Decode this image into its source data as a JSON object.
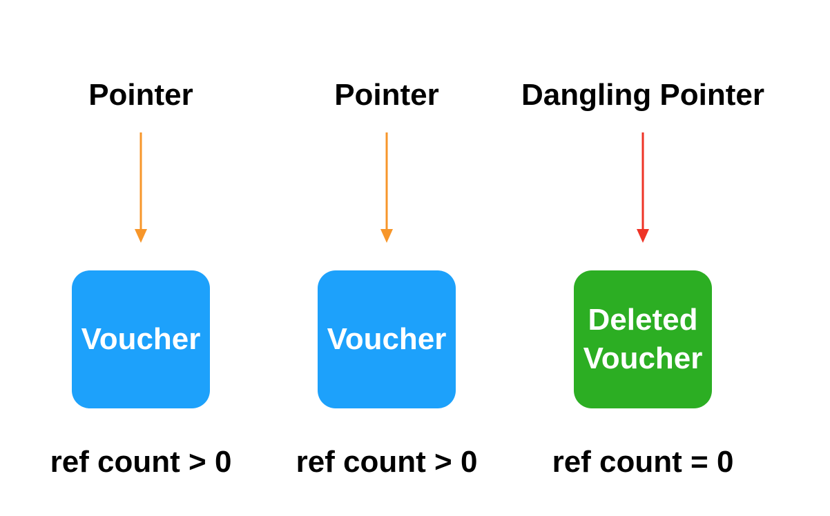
{
  "diagram": {
    "columns": [
      {
        "pointer_label": "Pointer",
        "arrow_color": "#F7962A",
        "box_text": "Voucher",
        "box_color": "#1DA1FB",
        "ref_label": "ref count > 0"
      },
      {
        "pointer_label": "Pointer",
        "arrow_color": "#F7962A",
        "box_text": "Voucher",
        "box_color": "#1DA1FB",
        "ref_label": "ref count > 0"
      },
      {
        "pointer_label": "Dangling Pointer",
        "arrow_color": "#EE3326",
        "box_text": "Deleted\nVoucher",
        "box_color": "#2CAE23",
        "ref_label": "ref count = 0"
      }
    ]
  }
}
